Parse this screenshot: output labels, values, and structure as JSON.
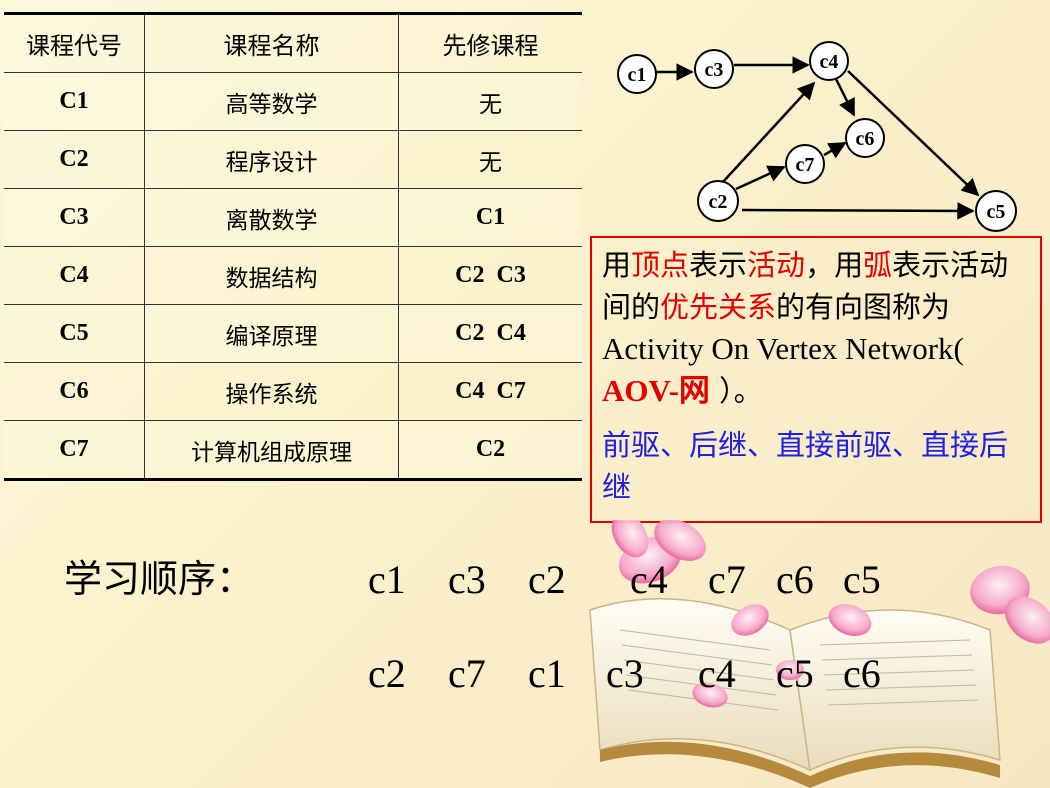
{
  "table": {
    "headers": [
      "课程代号",
      "课程名称",
      "先修课程"
    ],
    "rows": [
      [
        "C1",
        "高等数学",
        "无"
      ],
      [
        "C2",
        "程序设计",
        "无"
      ],
      [
        "C3",
        "离散数学",
        "C1"
      ],
      [
        "C4",
        "数据结构",
        "C2  C3"
      ],
      [
        "C5",
        "编译原理",
        "C2  C4"
      ],
      [
        "C6",
        "操作系统",
        "C4  C7"
      ],
      [
        "C7",
        "计算机组成原理",
        "C2"
      ]
    ]
  },
  "graph": {
    "nodes": [
      "c1",
      "c3",
      "c4",
      "c6",
      "c7",
      "c2",
      "c5"
    ]
  },
  "definition": {
    "p1": "用",
    "p2": "顶点",
    "p3": "表示",
    "p4": "活动",
    "p5": "，用",
    "p6": "弧",
    "p7": "表示活动间的",
    "p8": "优先关系",
    "p9": "的有向图称为",
    "p10": "Activity On Vertex Network( ",
    "p11": "AOV-网",
    "p12": " ）。",
    "terms": "前驱、后继、直接前驱、直接后继",
    "colors": {
      "highlight": "#e00000",
      "terms": "#2020e0",
      "border": "#e00000"
    }
  },
  "order": {
    "label": "学习顺序：",
    "row1": [
      "c1",
      "c3",
      "c2",
      "c4",
      "c7",
      "c6",
      "c5"
    ],
    "row2": [
      "c2",
      "c7",
      "c1",
      "c3",
      "c4",
      "c5",
      "c6"
    ]
  }
}
